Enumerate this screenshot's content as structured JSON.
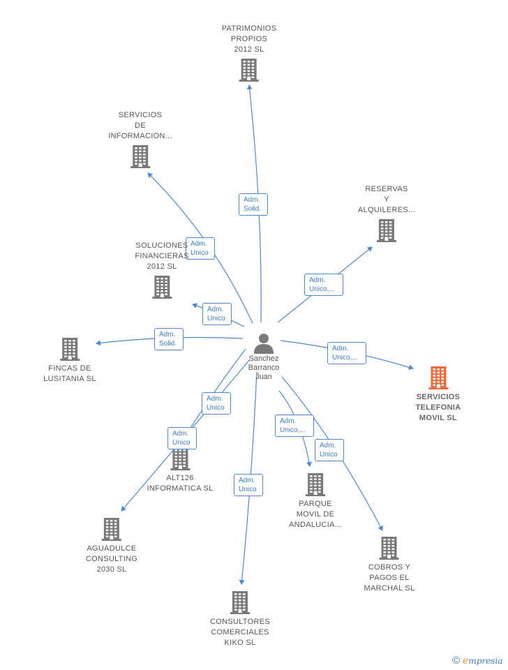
{
  "center": {
    "name_lines": [
      "Sanchez",
      "Barranco",
      "Juan"
    ],
    "icon": "person-icon"
  },
  "colors": {
    "edge": "#4a8ad4",
    "building": "#7a7a7a",
    "building_focus": "#f26a3a",
    "label": "#555555"
  },
  "companies": [
    {
      "id": "patrimonios",
      "lines": [
        "PATRIMONIOS",
        "PROPIOS",
        "2012 SL"
      ],
      "focus": false,
      "role": [
        "Adm.",
        "Solid."
      ]
    },
    {
      "id": "servicios-informacion",
      "lines": [
        "SERVICIOS",
        "DE",
        "INFORMACION..."
      ],
      "focus": false,
      "role": [
        "Adm.",
        "Unico"
      ]
    },
    {
      "id": "reservas",
      "lines": [
        "RESERVAS",
        "Y",
        "ALQUILERES..."
      ],
      "focus": false,
      "role": [
        "Adm.",
        "Unico,..."
      ]
    },
    {
      "id": "soluciones",
      "lines": [
        "SOLUCIONES",
        "FINANCIERAS",
        "2012 SL"
      ],
      "focus": false,
      "role": [
        "Adm.",
        "Unico"
      ]
    },
    {
      "id": "fincas",
      "lines": [
        "FINCAS DE",
        "LUSITANIA SL"
      ],
      "focus": false,
      "role": [
        "Adm.",
        "Solid."
      ]
    },
    {
      "id": "servicios-telefonia",
      "lines": [
        "SERVICIOS",
        "TELEFONIA",
        "MOVIL  SL"
      ],
      "focus": true,
      "role": [
        "Adm.",
        "Unico,..."
      ]
    },
    {
      "id": "alt126",
      "lines": [
        "ALT126",
        "INFORMATICA SL"
      ],
      "focus": false,
      "role": [
        "Adm.",
        "Unico"
      ]
    },
    {
      "id": "aguadulce",
      "lines": [
        "AGUADULCE",
        "CONSULTING",
        "2030  SL"
      ],
      "focus": false,
      "role": [
        "Adm.",
        "Unico"
      ]
    },
    {
      "id": "parque",
      "lines": [
        "PARQUE",
        "MOVIL DE",
        "ANDALUCIA..."
      ],
      "focus": false,
      "role": [
        "Adm.",
        "Unico,..."
      ]
    },
    {
      "id": "cobros",
      "lines": [
        "COBROS Y",
        "PAGOS EL",
        "MARCHAL SL"
      ],
      "focus": false,
      "role": [
        "Adm.",
        "Unico"
      ]
    },
    {
      "id": "consultores",
      "lines": [
        "CONSULTORES",
        "COMERCIALES",
        "KIKO SL"
      ],
      "focus": false,
      "role": [
        "Adm.",
        "Unico"
      ]
    }
  ],
  "brand": {
    "copyright": "©",
    "initial": "e",
    "rest": "mpresia"
  }
}
